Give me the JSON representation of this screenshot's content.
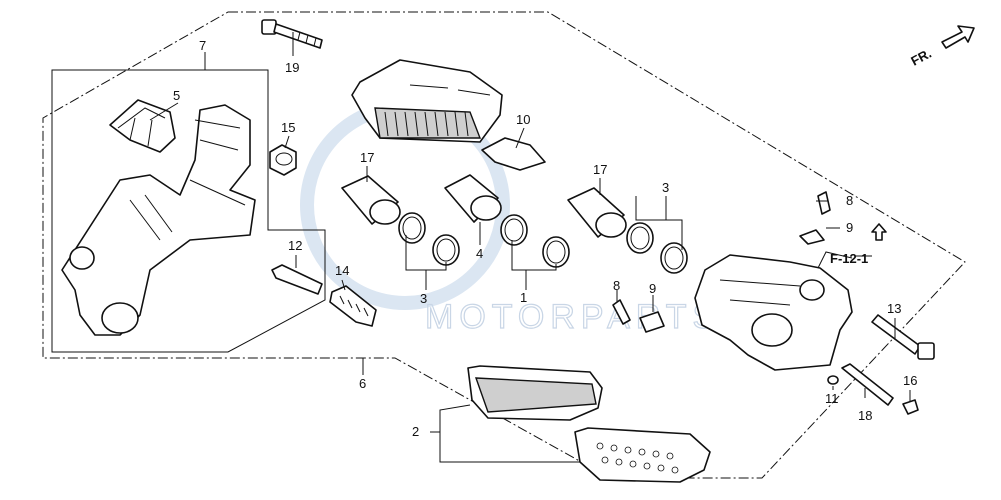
{
  "diagram": {
    "watermark": "MOTORPARTS",
    "direction_label": "FR.",
    "reference_label": "F-12-1",
    "callouts": [
      {
        "id": "c1",
        "label": "1"
      },
      {
        "id": "c2",
        "label": "2"
      },
      {
        "id": "c3a",
        "label": "3"
      },
      {
        "id": "c3b",
        "label": "3"
      },
      {
        "id": "c4",
        "label": "4"
      },
      {
        "id": "c5",
        "label": "5"
      },
      {
        "id": "c6",
        "label": "6"
      },
      {
        "id": "c7",
        "label": "7"
      },
      {
        "id": "c8a",
        "label": "8"
      },
      {
        "id": "c8b",
        "label": "8"
      },
      {
        "id": "c9a",
        "label": "9"
      },
      {
        "id": "c9b",
        "label": "9"
      },
      {
        "id": "c10",
        "label": "10"
      },
      {
        "id": "c11",
        "label": "11"
      },
      {
        "id": "c12",
        "label": "12"
      },
      {
        "id": "c13",
        "label": "13"
      },
      {
        "id": "c14",
        "label": "14"
      },
      {
        "id": "c15",
        "label": "15"
      },
      {
        "id": "c16",
        "label": "16"
      },
      {
        "id": "c17a",
        "label": "17"
      },
      {
        "id": "c17b",
        "label": "17"
      },
      {
        "id": "c18",
        "label": "18"
      },
      {
        "id": "c19",
        "label": "19"
      }
    ]
  }
}
